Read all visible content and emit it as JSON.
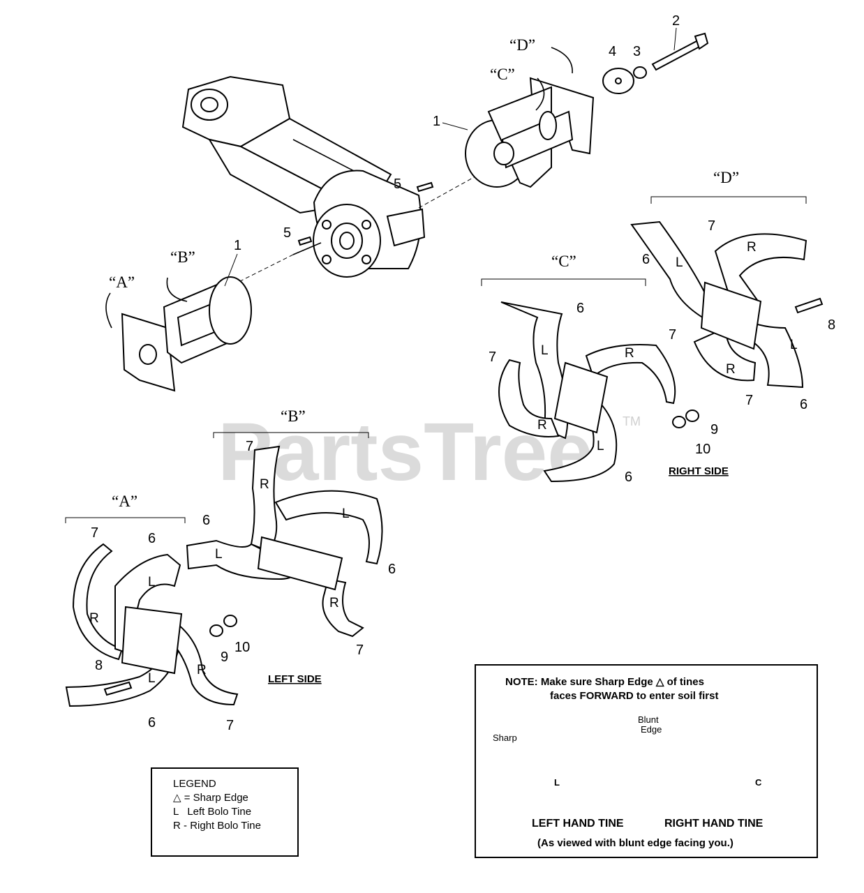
{
  "watermark": {
    "text": "PartsTree",
    "tm": "TM"
  },
  "group_labels": {
    "a": "“A”",
    "b": "“B”",
    "c": "“C”",
    "d": "“D”"
  },
  "side_labels": {
    "left": "LEFT SIDE",
    "right": "RIGHT SIDE"
  },
  "callouts": {
    "n1": "1",
    "n2": "2",
    "n3": "3",
    "n4": "4",
    "n5": "5",
    "n6": "6",
    "n7": "7",
    "n8": "8",
    "n9": "9",
    "n10": "10",
    "tine_l": "L",
    "tine_r": "R"
  },
  "legend": {
    "title": "LEGEND",
    "rows": [
      {
        "key": "△",
        "sep": "=",
        "text": "Sharp Edge"
      },
      {
        "key": "L",
        "sep": "",
        "text": "Left Bolo Tine"
      },
      {
        "key": "R",
        "sep": "-",
        "text": "Right Bolo Tine"
      }
    ]
  },
  "note": {
    "line1": "NOTE:  Make sure Sharp Edge △ of tines",
    "line2": "faces FORWARD to enter soil first",
    "sharp": "Sharp",
    "blunt1": "Blunt",
    "blunt2": "Edge",
    "left_caption": "LEFT HAND TINE",
    "right_caption": "RIGHT HAND TINE",
    "footer": "(As viewed with blunt edge facing you.)",
    "tine_l": "L",
    "tine_r": "C"
  }
}
